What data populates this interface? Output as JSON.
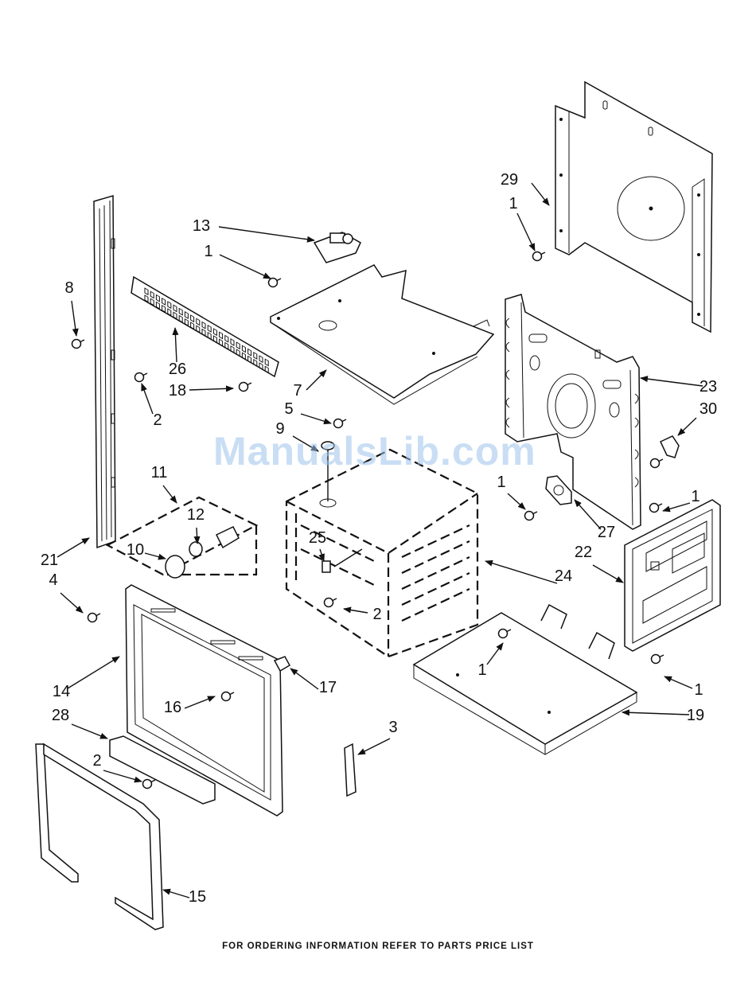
{
  "footer_text": "FOR ORDERING INFORMATION REFER TO PARTS PRICE LIST",
  "watermark_text": "ManualsLib.com",
  "callouts": [
    {
      "id": "c29",
      "label": "29"
    },
    {
      "id": "c1a",
      "label": "1"
    },
    {
      "id": "c13",
      "label": "13"
    },
    {
      "id": "c1b",
      "label": "1"
    },
    {
      "id": "c8",
      "label": "8"
    },
    {
      "id": "c26",
      "label": "26"
    },
    {
      "id": "c18",
      "label": "18"
    },
    {
      "id": "c7",
      "label": "7"
    },
    {
      "id": "c2a",
      "label": "2"
    },
    {
      "id": "c23",
      "label": "23"
    },
    {
      "id": "c30",
      "label": "30"
    },
    {
      "id": "c5",
      "label": "5"
    },
    {
      "id": "c9",
      "label": "9"
    },
    {
      "id": "c11",
      "label": "11"
    },
    {
      "id": "c1c",
      "label": "1"
    },
    {
      "id": "c1d",
      "label": "1"
    },
    {
      "id": "c12",
      "label": "12"
    },
    {
      "id": "c27",
      "label": "27"
    },
    {
      "id": "c25",
      "label": "25"
    },
    {
      "id": "c10",
      "label": "10"
    },
    {
      "id": "c21",
      "label": "21"
    },
    {
      "id": "c22",
      "label": "22"
    },
    {
      "id": "c24",
      "label": "24"
    },
    {
      "id": "c4",
      "label": "4"
    },
    {
      "id": "c2b",
      "label": "2"
    },
    {
      "id": "c1e",
      "label": "1"
    },
    {
      "id": "c14",
      "label": "14"
    },
    {
      "id": "c17",
      "label": "17"
    },
    {
      "id": "c1f",
      "label": "1"
    },
    {
      "id": "c16",
      "label": "16"
    },
    {
      "id": "c28",
      "label": "28"
    },
    {
      "id": "c19",
      "label": "19"
    },
    {
      "id": "c3",
      "label": "3"
    },
    {
      "id": "c2c",
      "label": "2"
    },
    {
      "id": "c15",
      "label": "15"
    }
  ]
}
